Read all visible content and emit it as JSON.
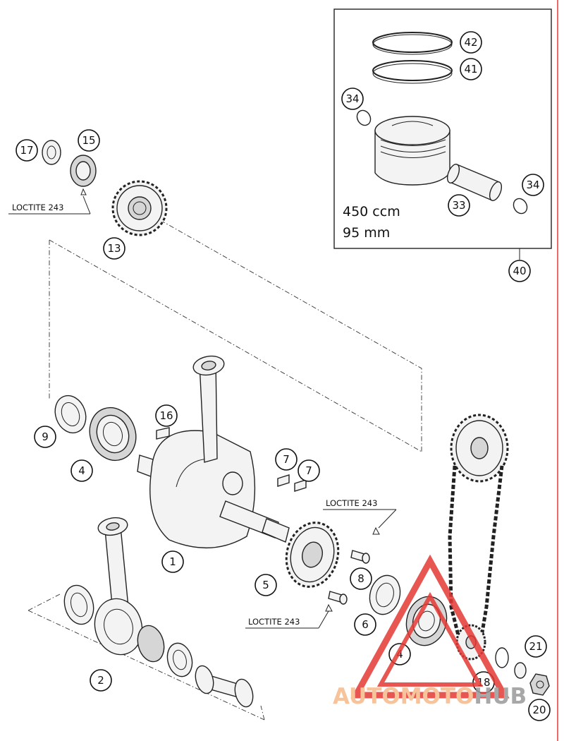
{
  "diagram": {
    "callouts": {
      "c1": "1",
      "c2": "2",
      "c4a": "4",
      "c4b": "4",
      "c5": "5",
      "c6": "6",
      "c7a": "7",
      "c7b": "7",
      "c8": "8",
      "c9": "9",
      "c13": "13",
      "c15": "15",
      "c16": "16",
      "c17": "17",
      "c18": "18",
      "c20": "20",
      "c21": "21",
      "c33": "33",
      "c34a": "34",
      "c34b": "34",
      "c40": "40",
      "c41": "41",
      "c42": "42"
    },
    "loctite": {
      "top_left": "LOCTITE 243",
      "mid_right": "LOCTITE 243",
      "bottom": "LOCTITE 243"
    },
    "piston_kit": {
      "displacement": "450 ccm",
      "bore": "95 mm"
    }
  },
  "watermark": {
    "part1": "AUTOMOTO",
    "part2": "HUB",
    "color_triangle": "#e53935",
    "color_text": "#f6b98a"
  }
}
